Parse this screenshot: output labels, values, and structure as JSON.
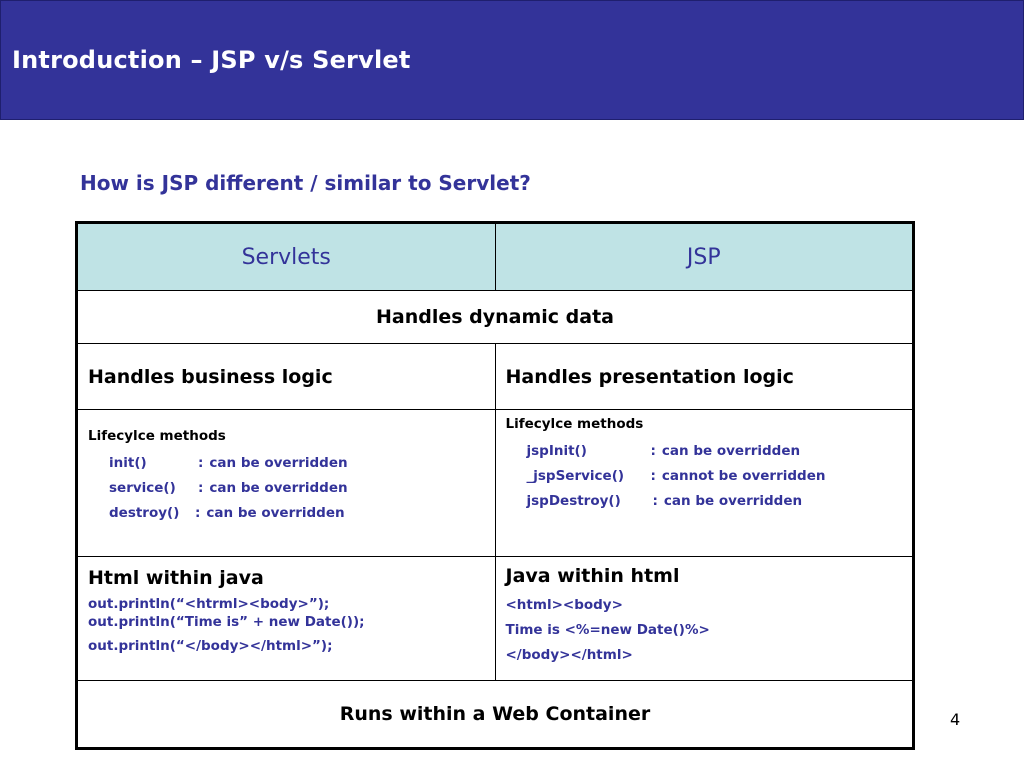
{
  "header": {
    "title": "Introduction – JSP v/s Servlet"
  },
  "subtitle": "How is JSP different / similar to Servlet?",
  "table": {
    "headers": [
      "Servlets",
      "JSP"
    ],
    "common_1": "Handles dynamic data",
    "logic": [
      "Handles business logic",
      "Handles presentation logic"
    ],
    "lifecycle": {
      "servlet": {
        "title": "Lifecylce methods",
        "methods": [
          {
            "name": "init()",
            "note": "can be overridden"
          },
          {
            "name": "service()",
            "note": "can be overridden"
          },
          {
            "name": "destroy()",
            "note": "can be overridden"
          }
        ]
      },
      "jsp": {
        "title": "Lifecylce methods",
        "methods": [
          {
            "name": "jspInit()",
            "note": "can be overridden"
          },
          {
            "name": "_jspService()",
            "note": "cannot be overridden"
          },
          {
            "name": "jspDestroy()",
            "note": "can be overridden"
          }
        ]
      }
    },
    "embedding": {
      "servlet": {
        "heading": "Html within java",
        "lines": [
          "out.println(“<htrml><body>”);",
          "out.println(“Time is” + new Date());",
          "out.println(“</body></html>”);"
        ]
      },
      "jsp": {
        "heading": "Java within html",
        "lines": [
          "<html><body>",
          "Time is <%=new Date()%>",
          "</body></html>"
        ]
      }
    },
    "common_2": "Runs within a Web Container"
  },
  "page_number": "4",
  "colors": {
    "header_bg": "#333399",
    "accent_text": "#333399",
    "table_header_bg": "#bfe3e5"
  }
}
